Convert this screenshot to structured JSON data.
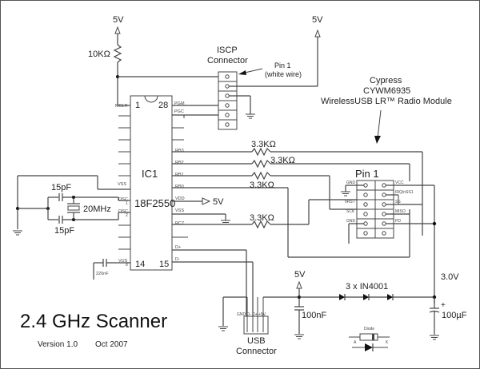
{
  "title": "2.4 GHz Scanner",
  "version": "Version 1.0",
  "date": "Oct 2007",
  "power": {
    "top_left_supply": "5V",
    "top_right_supply": "5V",
    "vdd_supply": "5V",
    "usb_supply": "5V",
    "rail_label": "3.0V"
  },
  "components": {
    "pullup_resistor": "10KΩ",
    "ic": {
      "ref": "IC1",
      "part": "18F2550",
      "pin1": "1",
      "pin28": "28",
      "pin14": "14",
      "pin15": "15"
    },
    "crystal": "20MHz",
    "cap_osc1": "15pF",
    "cap_osc2": "15pF",
    "cap_vusb": "220nF",
    "cap_usb": "100nF",
    "cap_bulk": "100µF",
    "cap_bulk_polarity": "+",
    "resistors": [
      "3.3KΩ",
      "3.3KΩ",
      "3.3KΩ",
      "3.3KΩ"
    ],
    "diodes": "3 x IN4001",
    "diode_legend": {
      "title": "Diode",
      "anode": "A",
      "cathode": "K"
    }
  },
  "ic_pins": {
    "left": [
      "MCLR",
      "VSS",
      "OSC",
      "OSC",
      "VUS"
    ],
    "left_subs": [
      "1",
      "2",
      "8"
    ],
    "right": [
      "PGM",
      "PGC",
      "RB3",
      "RB2",
      "RB1",
      "RB0",
      "VDD",
      "VSS",
      "RC7",
      "D+",
      "D-"
    ]
  },
  "iscp": {
    "title_line1": "ISCP",
    "title_line2": "Connector",
    "pin1_note_line1": "Pin 1",
    "pin1_note_line2": "(white wire)"
  },
  "module": {
    "line1": "Cypress",
    "line2": "CYWM6935",
    "line3": "WirelessUSB LR™ Radio Module",
    "pin1_label": "Pin 1",
    "left_pins": [
      "GND",
      "",
      "nRST",
      "SCK",
      "GND",
      ""
    ],
    "right_pins": [
      "VCC",
      "IRQ/nSS1",
      "SS",
      "MISO",
      "PD",
      ""
    ]
  },
  "usb": {
    "title_line1": "USB",
    "title_line2": "Connector",
    "pin_labels": "GND D- D+ +5V"
  }
}
